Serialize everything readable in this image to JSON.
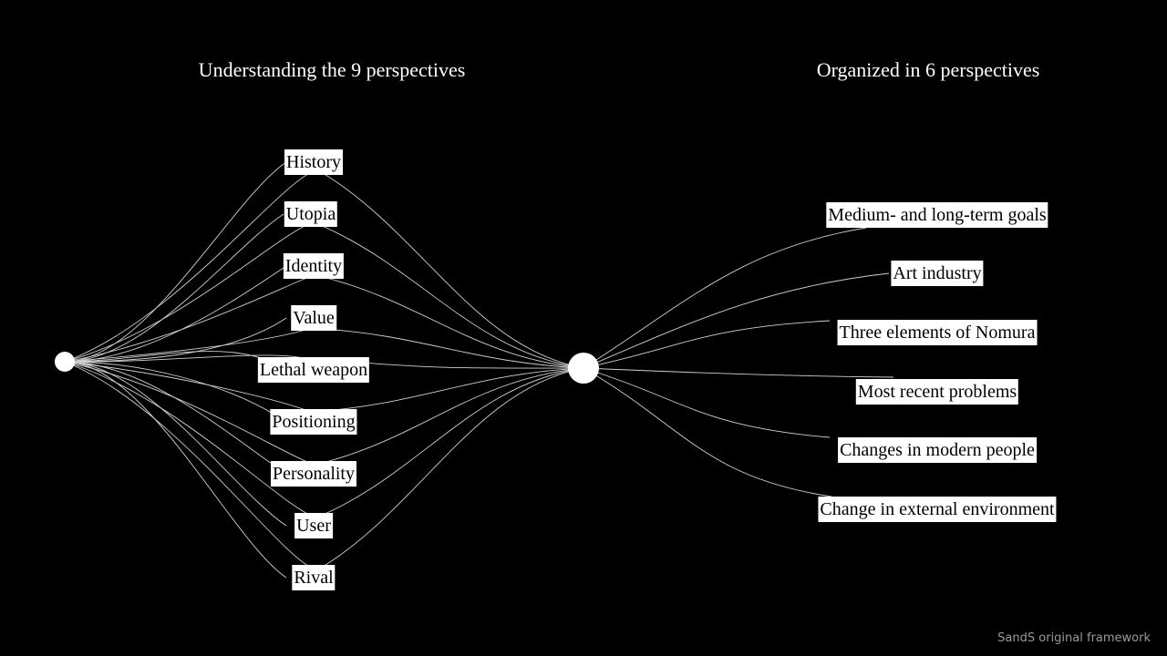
{
  "headings": {
    "left": "Understanding the 9 perspectives",
    "right": "Organized in 6 perspectives"
  },
  "perspectives_9": [
    "History",
    "Utopia",
    "Identity",
    "Value",
    "Lethal weapon",
    "Positioning",
    "Personality",
    "User",
    "Rival"
  ],
  "perspectives_6": [
    "Medium- and long-term goals",
    "Art industry",
    "Three elements of Nomura",
    "Most recent problems",
    "Changes in modern people",
    "Change in external environment"
  ],
  "footer": "SandS original framework",
  "colors": {
    "background": "#000000",
    "foreground": "#ffffff",
    "line": "#cfcfcf",
    "footer": "#9a9a9a"
  }
}
